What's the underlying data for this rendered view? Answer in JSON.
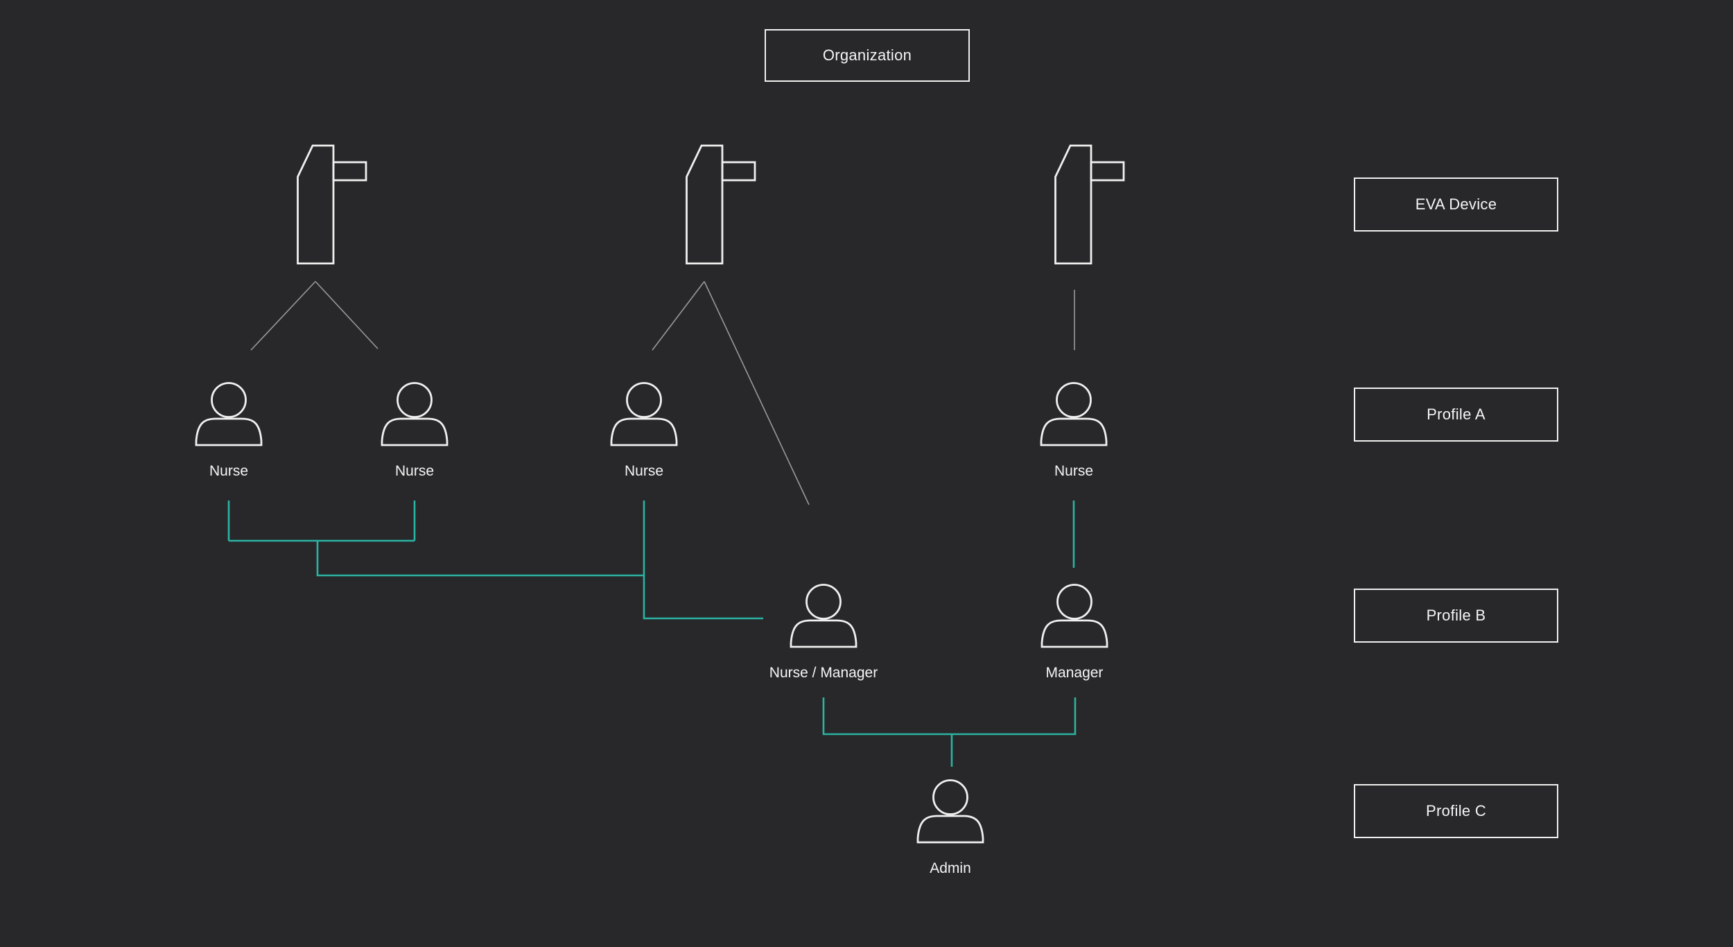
{
  "organization": {
    "label": "Organization"
  },
  "legend": [
    {
      "id": "eva-device",
      "label": "EVA Device"
    },
    {
      "id": "profile-a",
      "label": "Profile A"
    },
    {
      "id": "profile-b",
      "label": "Profile B"
    },
    {
      "id": "profile-c",
      "label": "Profile C"
    }
  ],
  "people": [
    {
      "id": "nurse-1",
      "label": "Nurse",
      "row": "Profile A"
    },
    {
      "id": "nurse-2",
      "label": "Nurse",
      "row": "Profile A"
    },
    {
      "id": "nurse-3",
      "label": "Nurse",
      "row": "Profile A"
    },
    {
      "id": "nurse-4",
      "label": "Nurse",
      "row": "Profile A"
    },
    {
      "id": "nurse-manager",
      "label": "Nurse / Manager",
      "row": "Profile B"
    },
    {
      "id": "manager",
      "label": "Manager",
      "row": "Profile B"
    },
    {
      "id": "admin",
      "label": "Admin",
      "row": "Profile C"
    }
  ],
  "devices": [
    {
      "id": "device-1",
      "row": "EVA Device"
    },
    {
      "id": "device-2",
      "row": "EVA Device"
    },
    {
      "id": "device-3",
      "row": "EVA Device"
    }
  ],
  "edges": {
    "device_links": [
      {
        "from": "device-1",
        "to": "nurse-1"
      },
      {
        "from": "device-1",
        "to": "nurse-2"
      },
      {
        "from": "device-2",
        "to": "nurse-3"
      },
      {
        "from": "device-2",
        "to": "nurse-manager"
      },
      {
        "from": "device-3",
        "to": "nurse-4"
      }
    ],
    "reporting_links": [
      {
        "from": "nurse-1",
        "to": "nurse-manager"
      },
      {
        "from": "nurse-2",
        "to": "nurse-manager"
      },
      {
        "from": "nurse-3",
        "to": "nurse-manager"
      },
      {
        "from": "nurse-4",
        "to": "manager"
      },
      {
        "from": "nurse-manager",
        "to": "admin"
      },
      {
        "from": "manager",
        "to": "admin"
      }
    ]
  },
  "colors": {
    "background": "#28282a",
    "outline": "#f0f0f0",
    "device_link": "#999999",
    "reporting_link": "#2bb3a3"
  }
}
